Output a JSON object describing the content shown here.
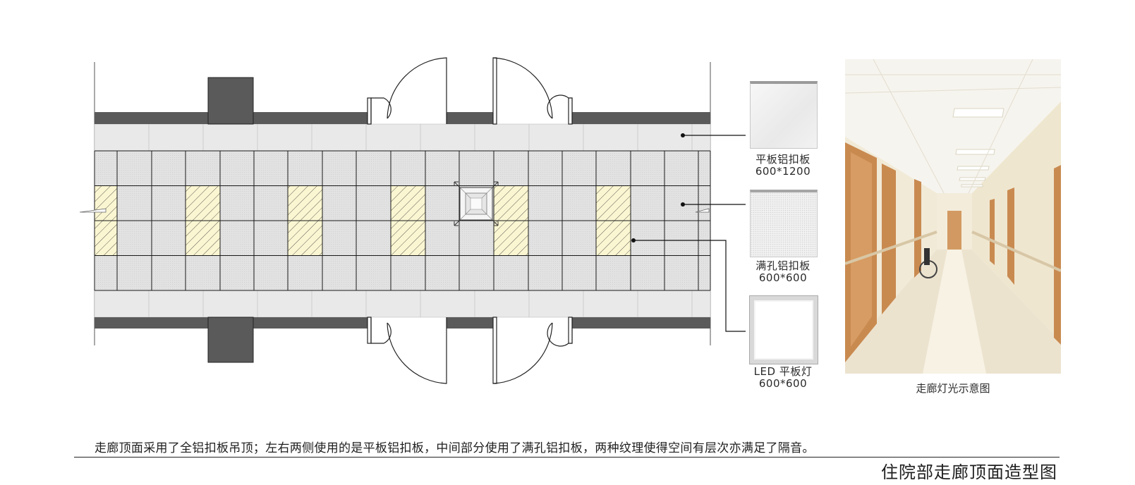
{
  "legend": {
    "flat_panel": {
      "name": "平板铝扣板",
      "size": "600*1200"
    },
    "perforated_panel": {
      "name": "满孔铝扣板",
      "size": "600*600"
    },
    "led_panel": {
      "name": "LED 平板灯",
      "size": "600*600"
    }
  },
  "photo": {
    "caption": "走廊灯光示意图"
  },
  "description": "走廊顶面采用了全铝扣板吊顶；左右两侧使用的是平板铝扣板，中间部分使用了满孔铝扣板，两种纹理使得空间有层次亦满足了隔音。",
  "page_title": "住院部走廊顶面造型图",
  "colors": {
    "wall": "#5a5a5a",
    "light_fixture_fill": "#fbf6d2",
    "tile_line": "#1a1a1a",
    "flat_panel_fill": "#e8e8e8",
    "perforated_fill": "#e2e2e2"
  }
}
